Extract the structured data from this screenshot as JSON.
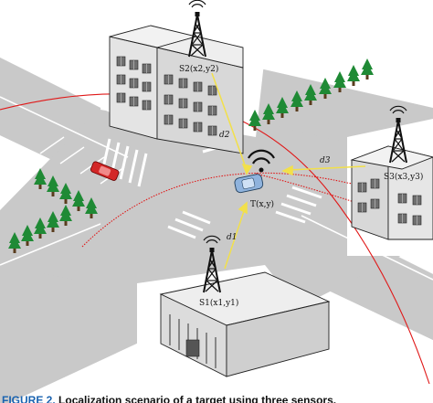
{
  "figure_prefix": "FIGURE 2.",
  "caption_text": "Localization scenario of a target using three sensors.",
  "labels": {
    "s1": "S1(x1,y1)",
    "s2": "S2(x2,y2)",
    "s3": "S3(x3,y3)",
    "target": "T(x,y)",
    "d1": "d1",
    "d2": "d2",
    "d3": "d3"
  },
  "colors": {
    "road": "#c9c9c9",
    "crosswalk": "#ffffff",
    "building": "#e4e4e4",
    "tree": "#1f8a35",
    "range_circle": "#e01818",
    "distance_line": "#f2e04a",
    "target_car": "#8fb3dd",
    "parked_car": "#d32727"
  },
  "icons": [
    "antenna-tower-icon",
    "wifi-signal-icon",
    "tree-icon",
    "car-icon"
  ]
}
